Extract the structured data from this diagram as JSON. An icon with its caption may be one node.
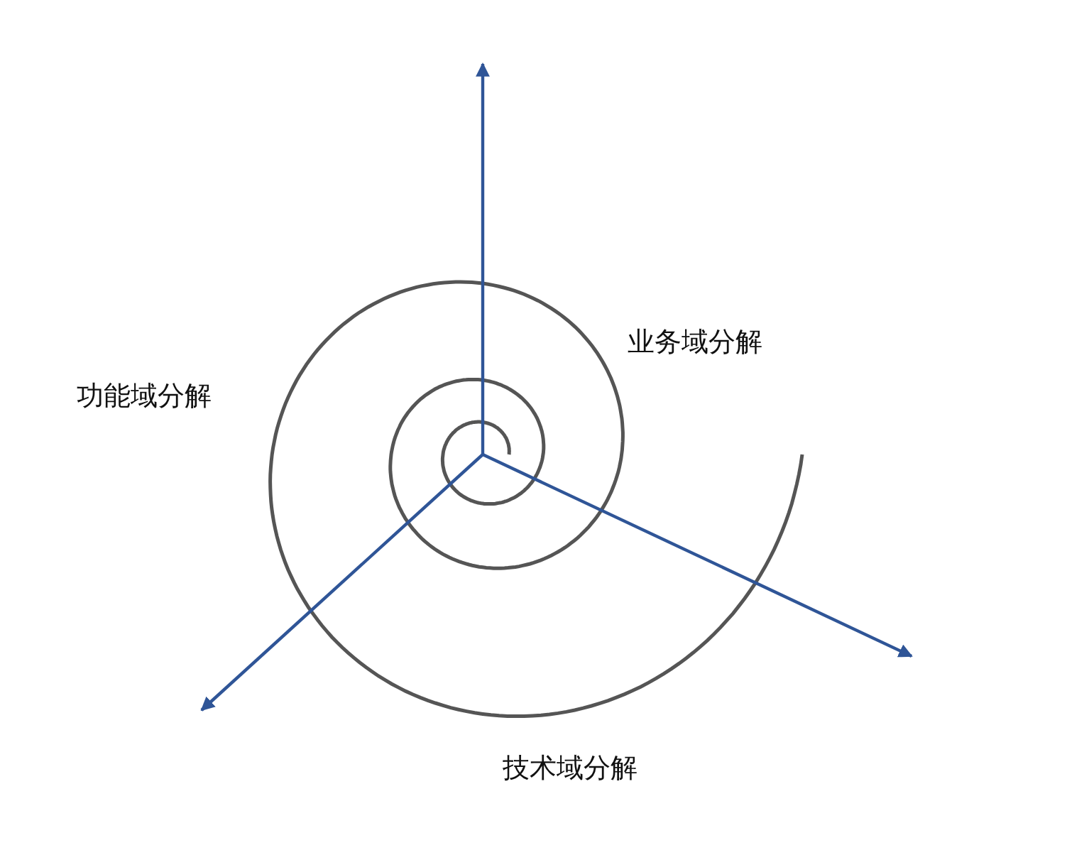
{
  "diagram": {
    "labels": [
      "业务域分解",
      "功能域分解",
      "技术域分解"
    ]
  }
}
